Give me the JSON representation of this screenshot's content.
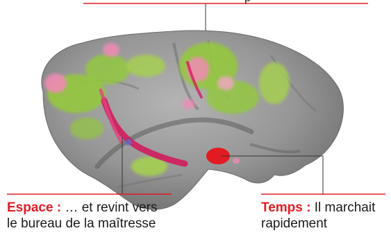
{
  "colors": {
    "accent_red": "#e21b22",
    "brain_gray": "#8e8e8e",
    "activation_green": "#93c83e",
    "activation_pink": "#f08ab4",
    "activation_magenta": "#d4145a"
  },
  "annotations": {
    "top_partial_text": "p",
    "space": {
      "label": "Espace :",
      "line1": " … et revint vers",
      "line2": "le bureau de la maîtresse"
    },
    "time": {
      "label": "Temps :",
      "line1": " Il marchait",
      "line2": "rapidement"
    }
  }
}
